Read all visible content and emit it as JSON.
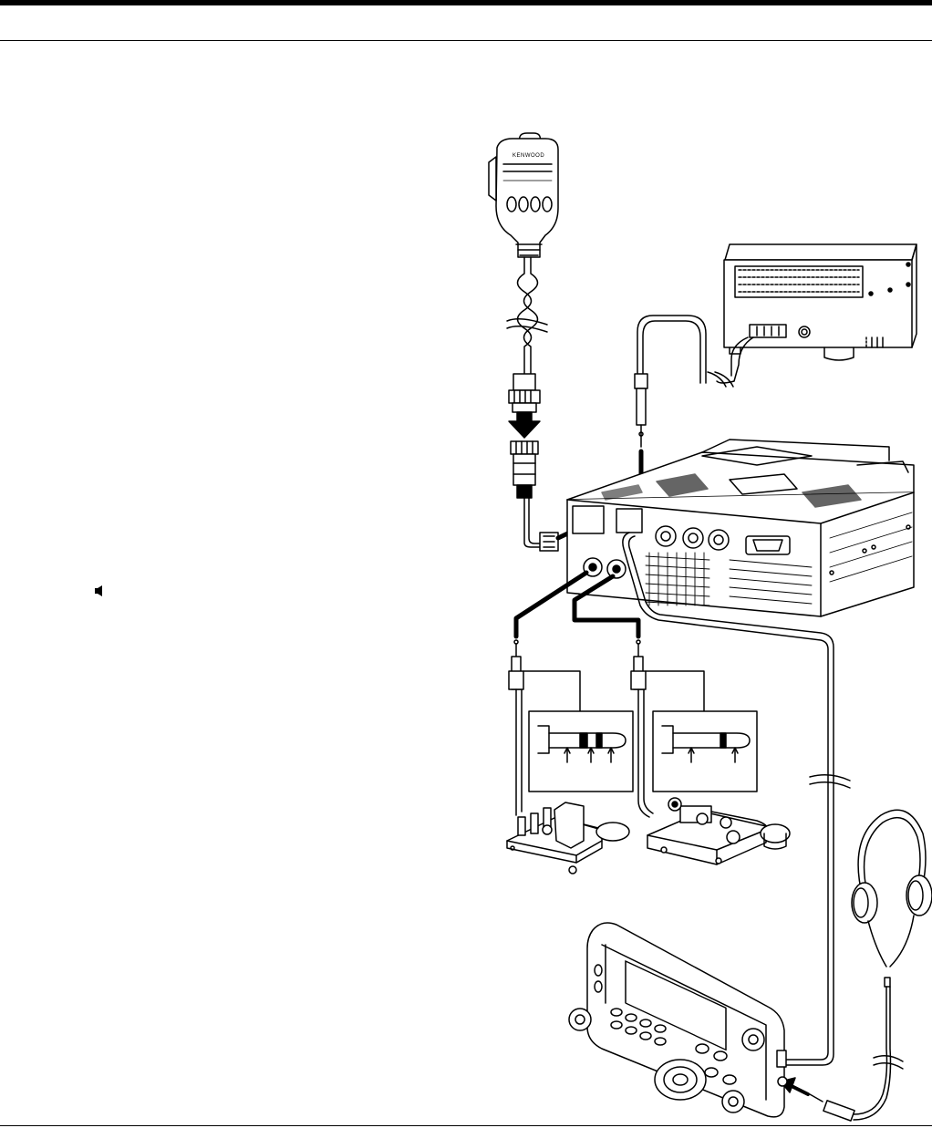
{
  "diagram": {
    "microphone": {
      "brand_logo": "KENWOOD",
      "icon": "hand-microphone-icon"
    },
    "components": [
      "external-speaker",
      "transceiver-body",
      "hand-microphone",
      "paddle-key",
      "straight-key",
      "headphones",
      "front-control-panel"
    ],
    "icons": {
      "speaker": "speaker-icon",
      "arrow": "arrow-down-icon"
    }
  }
}
